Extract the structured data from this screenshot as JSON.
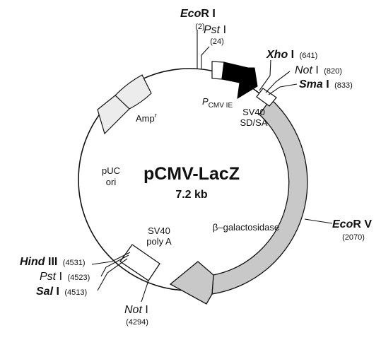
{
  "plasmid": {
    "name": "pCMV-LacZ",
    "size": "7.2 kb"
  },
  "features": {
    "pcmv": {
      "P": "P",
      "sub": "CMV IE"
    },
    "sv40_sdsa": {
      "line1": "SV40",
      "line2": "SD/SA"
    },
    "ampr": {
      "label": "Amp",
      "sup": "r"
    },
    "puc_ori": {
      "line1": "pUC",
      "line2": "ori"
    },
    "sv40_polya": {
      "line1": "SV40",
      "line2": "poly A"
    },
    "lacz": {
      "label": "β–galactosidase"
    }
  },
  "sites": {
    "ecori_1": {
      "name_it": "Eco",
      "name_up": "R I",
      "pos": "(2)"
    },
    "psti_1": {
      "name_it": "Pst",
      "name_up": " I",
      "pos": "(24)"
    },
    "xhoi": {
      "name_it": "Xho",
      "name_up": " I",
      "pos": "(641)"
    },
    "noti_1": {
      "name_it": "Not",
      "name_up": " I",
      "pos": "(820)"
    },
    "smai": {
      "name_it": "Sma",
      "name_up": " I",
      "pos": "(833)"
    },
    "ecorv": {
      "name_it": "Eco",
      "name_up": "R V",
      "pos": "(2070)"
    },
    "noti_2": {
      "name_it": "Not",
      "name_up": " I",
      "pos": "(4294)"
    },
    "hindiii": {
      "name_it": "Hind",
      "name_up": " III",
      "pos": "(4531)"
    },
    "psti_2": {
      "name_it": "Pst",
      "name_up": " I",
      "pos": "(4523)"
    },
    "sali": {
      "name_it": "Sal",
      "name_up": " I",
      "pos": "(4513)"
    }
  },
  "colors": {
    "promoter": "#000000",
    "lacz": "#c8c8c8",
    "ampr": "#ececec",
    "box": "#ffffff",
    "line": "#111111"
  }
}
